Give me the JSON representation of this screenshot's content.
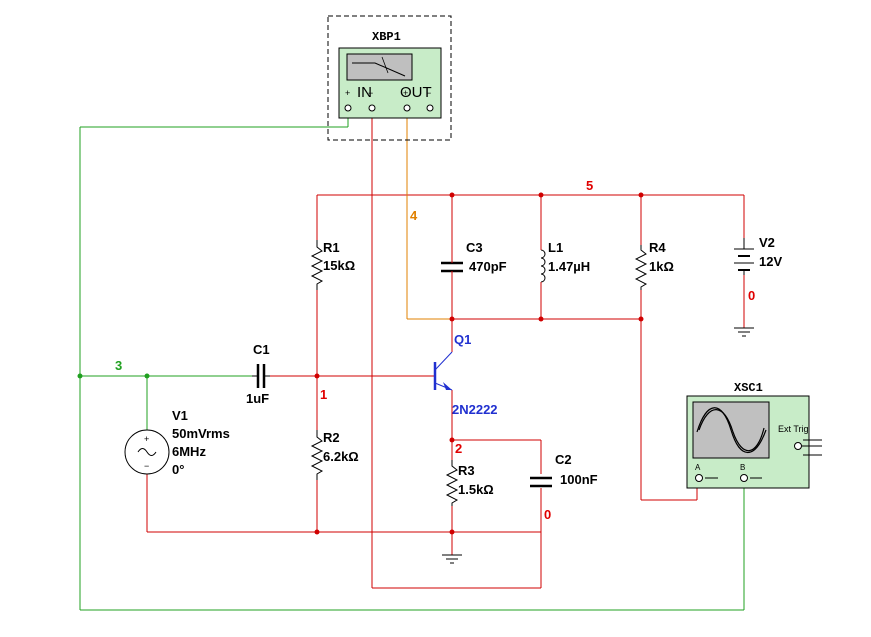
{
  "colors": {
    "wire_red": "#d00000",
    "wire_green": "#20a020",
    "wire_orange": "#e08000",
    "component": "#000000",
    "transistor": "#2030d0",
    "instrument_face": "#c8ecc8"
  },
  "net_labels": {
    "n1": "1",
    "n2": "2",
    "n3": "3",
    "n4": "4",
    "n5": "5",
    "n0_v2": "0",
    "n0_c2": "0"
  },
  "components": {
    "r1": {
      "ref": "R1",
      "value": "15kΩ"
    },
    "r2": {
      "ref": "R2",
      "value": "6.2kΩ"
    },
    "r3": {
      "ref": "R3",
      "value": "1.5kΩ"
    },
    "r4": {
      "ref": "R4",
      "value": "1kΩ"
    },
    "c1": {
      "ref": "C1",
      "value": "1uF"
    },
    "c2": {
      "ref": "C2",
      "value": "100nF"
    },
    "c3": {
      "ref": "C3",
      "value": "470pF"
    },
    "l1": {
      "ref": "L1",
      "value": "1.47µH"
    },
    "q1": {
      "ref": "Q1",
      "value": "2N2222"
    },
    "v1": {
      "ref": "V1",
      "amplitude": "50mVrms",
      "frequency": "6MHz",
      "phase": "0°"
    },
    "v2": {
      "ref": "V2",
      "value": "12V"
    }
  },
  "instruments": {
    "bode": {
      "ref": "XBP1",
      "in_label": "IN",
      "out_label": "OUT"
    },
    "scope": {
      "ref": "XSC1",
      "ext_trig": "Ext Trig",
      "ch_a": "A",
      "ch_b": "B"
    }
  }
}
